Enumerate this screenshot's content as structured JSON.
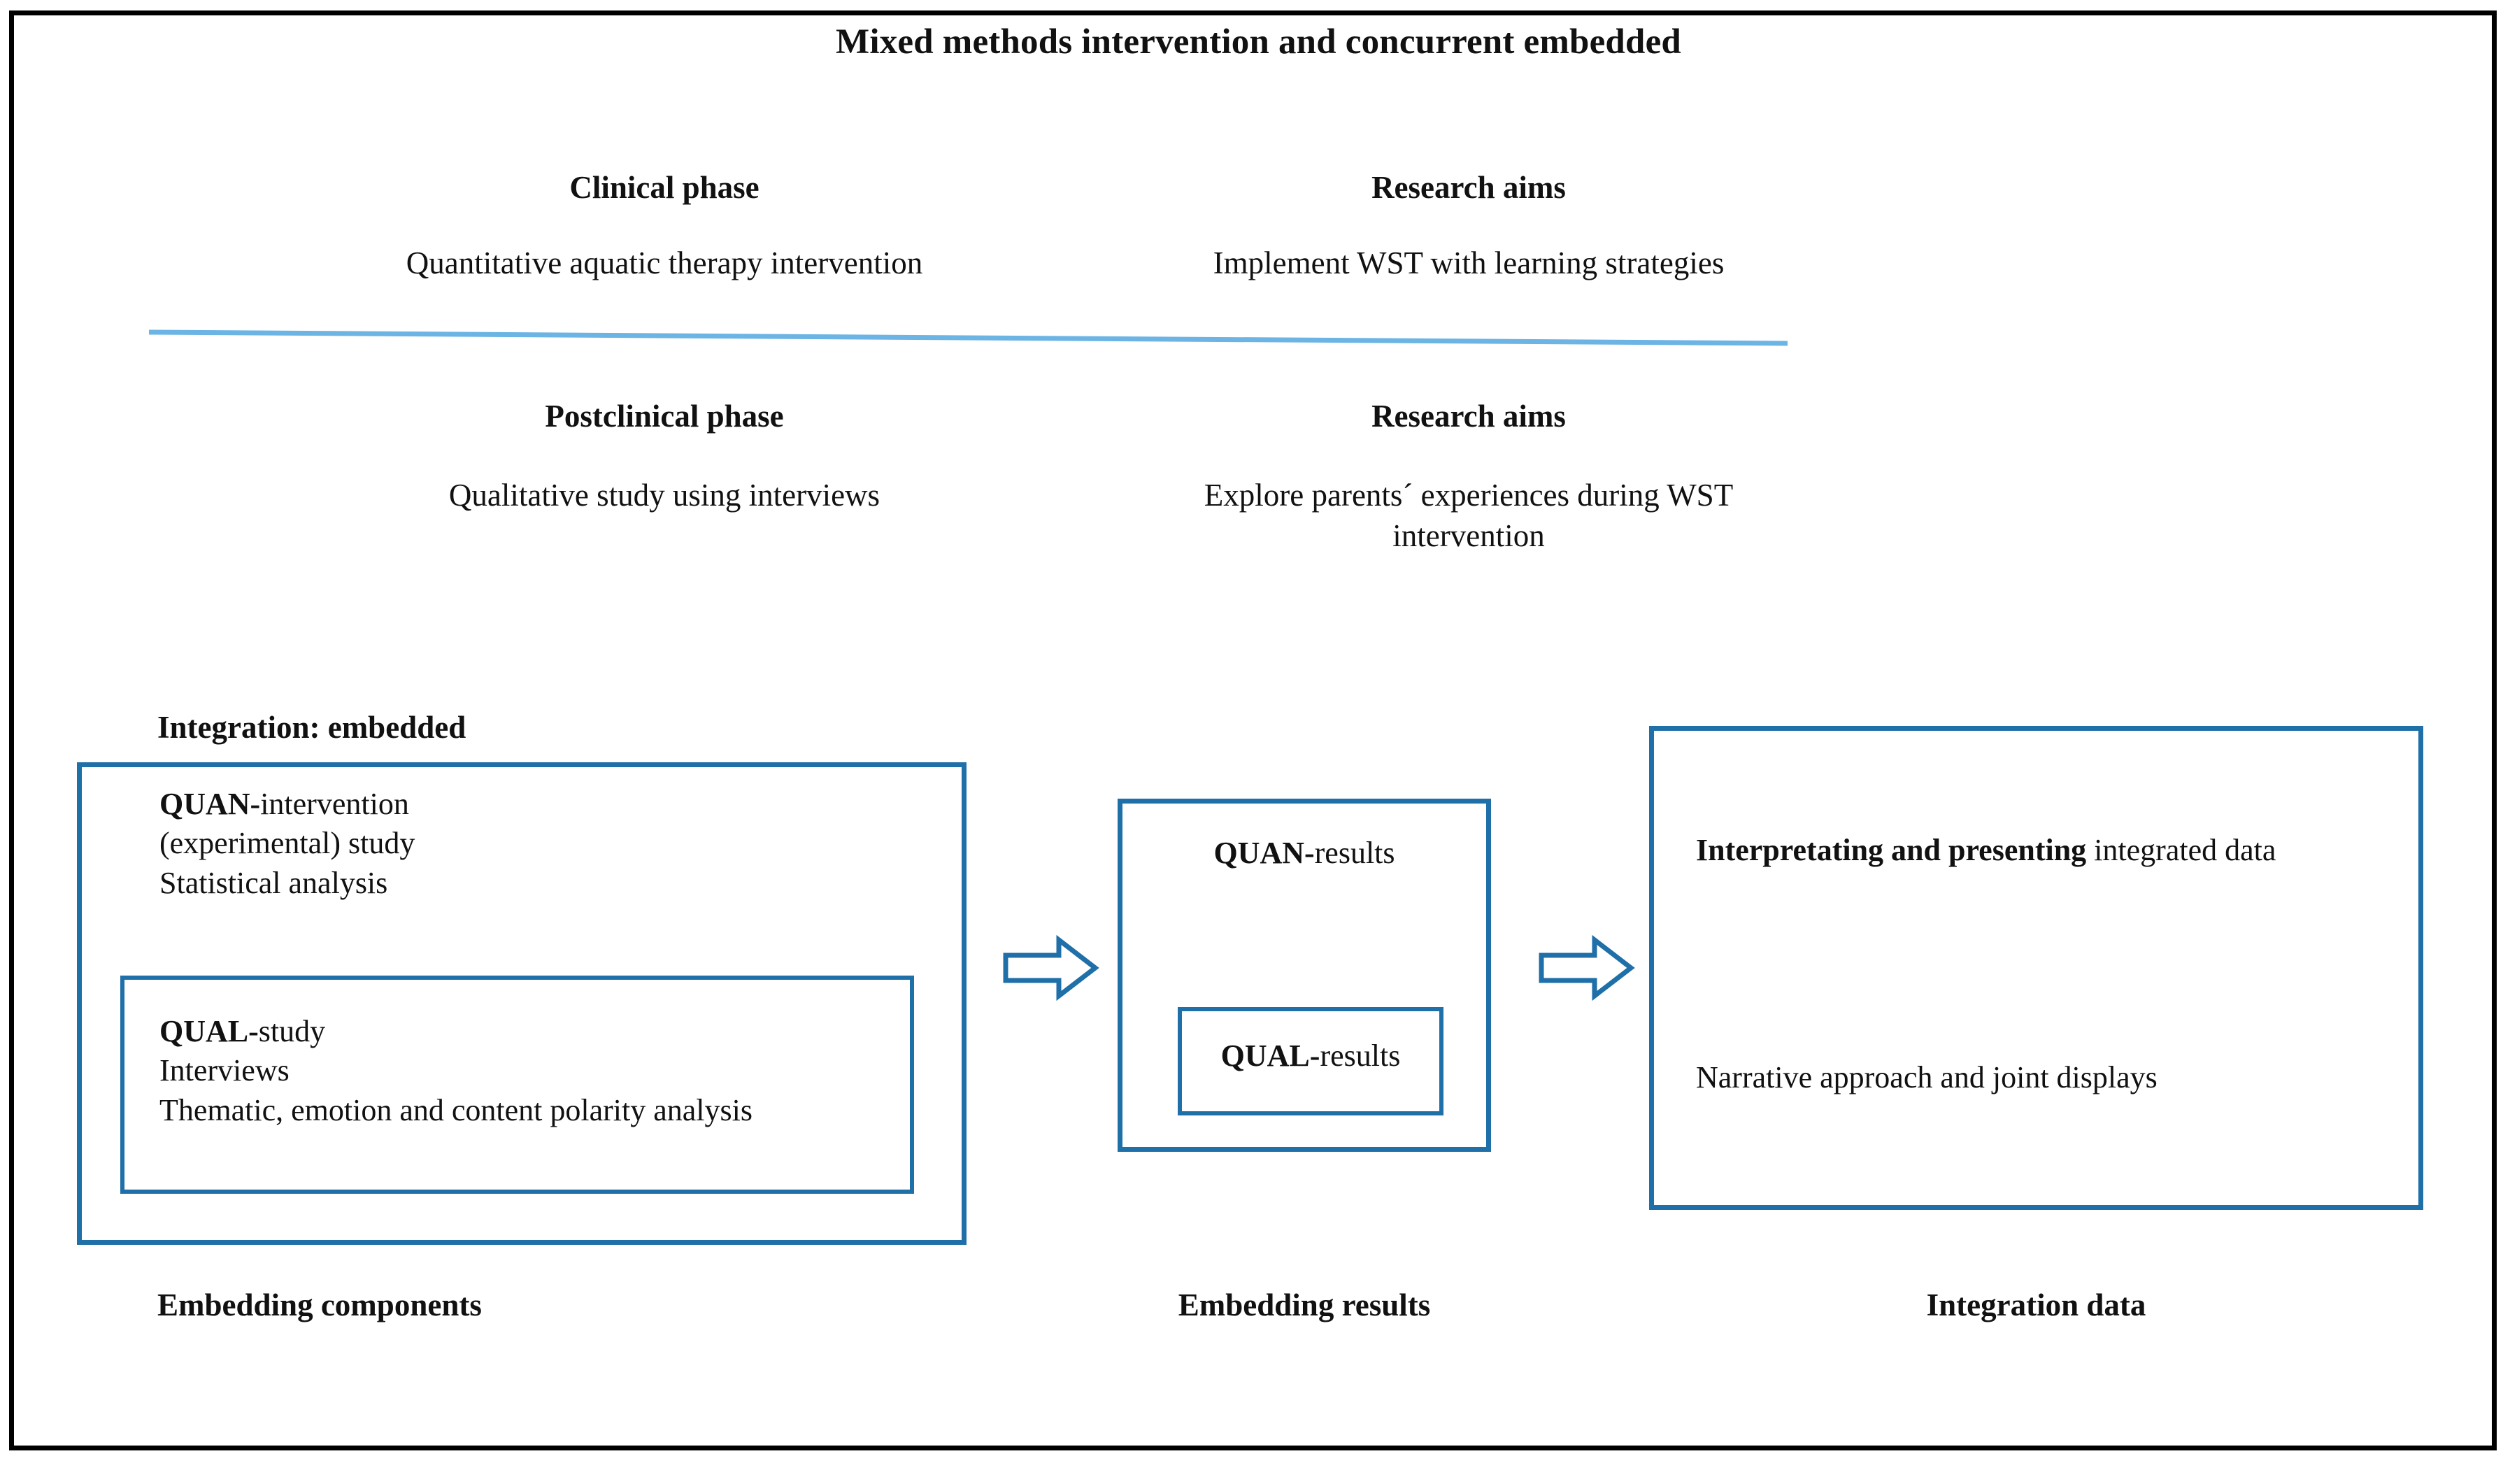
{
  "diagram": {
    "title": "Mixed methods intervention and concurrent embedded",
    "accent_color": "#1F6FA8",
    "divider_color": "#6CB4E4",
    "frame_color": "#000000"
  },
  "phases": {
    "clinical": {
      "heading": "Clinical phase",
      "body": "Quantitative aquatic therapy intervention",
      "aims_heading": "Research aims",
      "aims_body": "Implement WST with learning strategies"
    },
    "postclinical": {
      "heading": "Postclinical phase",
      "body": "Qualitative study using interviews",
      "aims_heading": "Research aims",
      "aims_body": "Explore parents´ experiences during WST intervention"
    }
  },
  "integration": {
    "label": "Integration: embedded"
  },
  "embedding_components": {
    "quan": {
      "emphasis": "QUAN-",
      "rest": "intervention",
      "line2": "(experimental) study",
      "line3": "Statistical analysis"
    },
    "qual": {
      "emphasis": "QUAL-",
      "rest": "study",
      "line2": "Interviews",
      "line3": "Thematic, emotion and content polarity analysis"
    },
    "caption": "Embedding components"
  },
  "embedding_results": {
    "quan": {
      "emphasis": "QUAN-",
      "rest": "results"
    },
    "qual": {
      "emphasis": "QUAL-",
      "rest": "results"
    },
    "caption": "Embedding results"
  },
  "integration_data": {
    "headline_emphasis": "Interpretating and presenting",
    "headline_rest": " integrated data",
    "body": "Narrative approach and joint displays",
    "caption": "Integration data"
  },
  "arrows": {
    "first": "right-arrow-icon",
    "second": "right-arrow-icon"
  }
}
